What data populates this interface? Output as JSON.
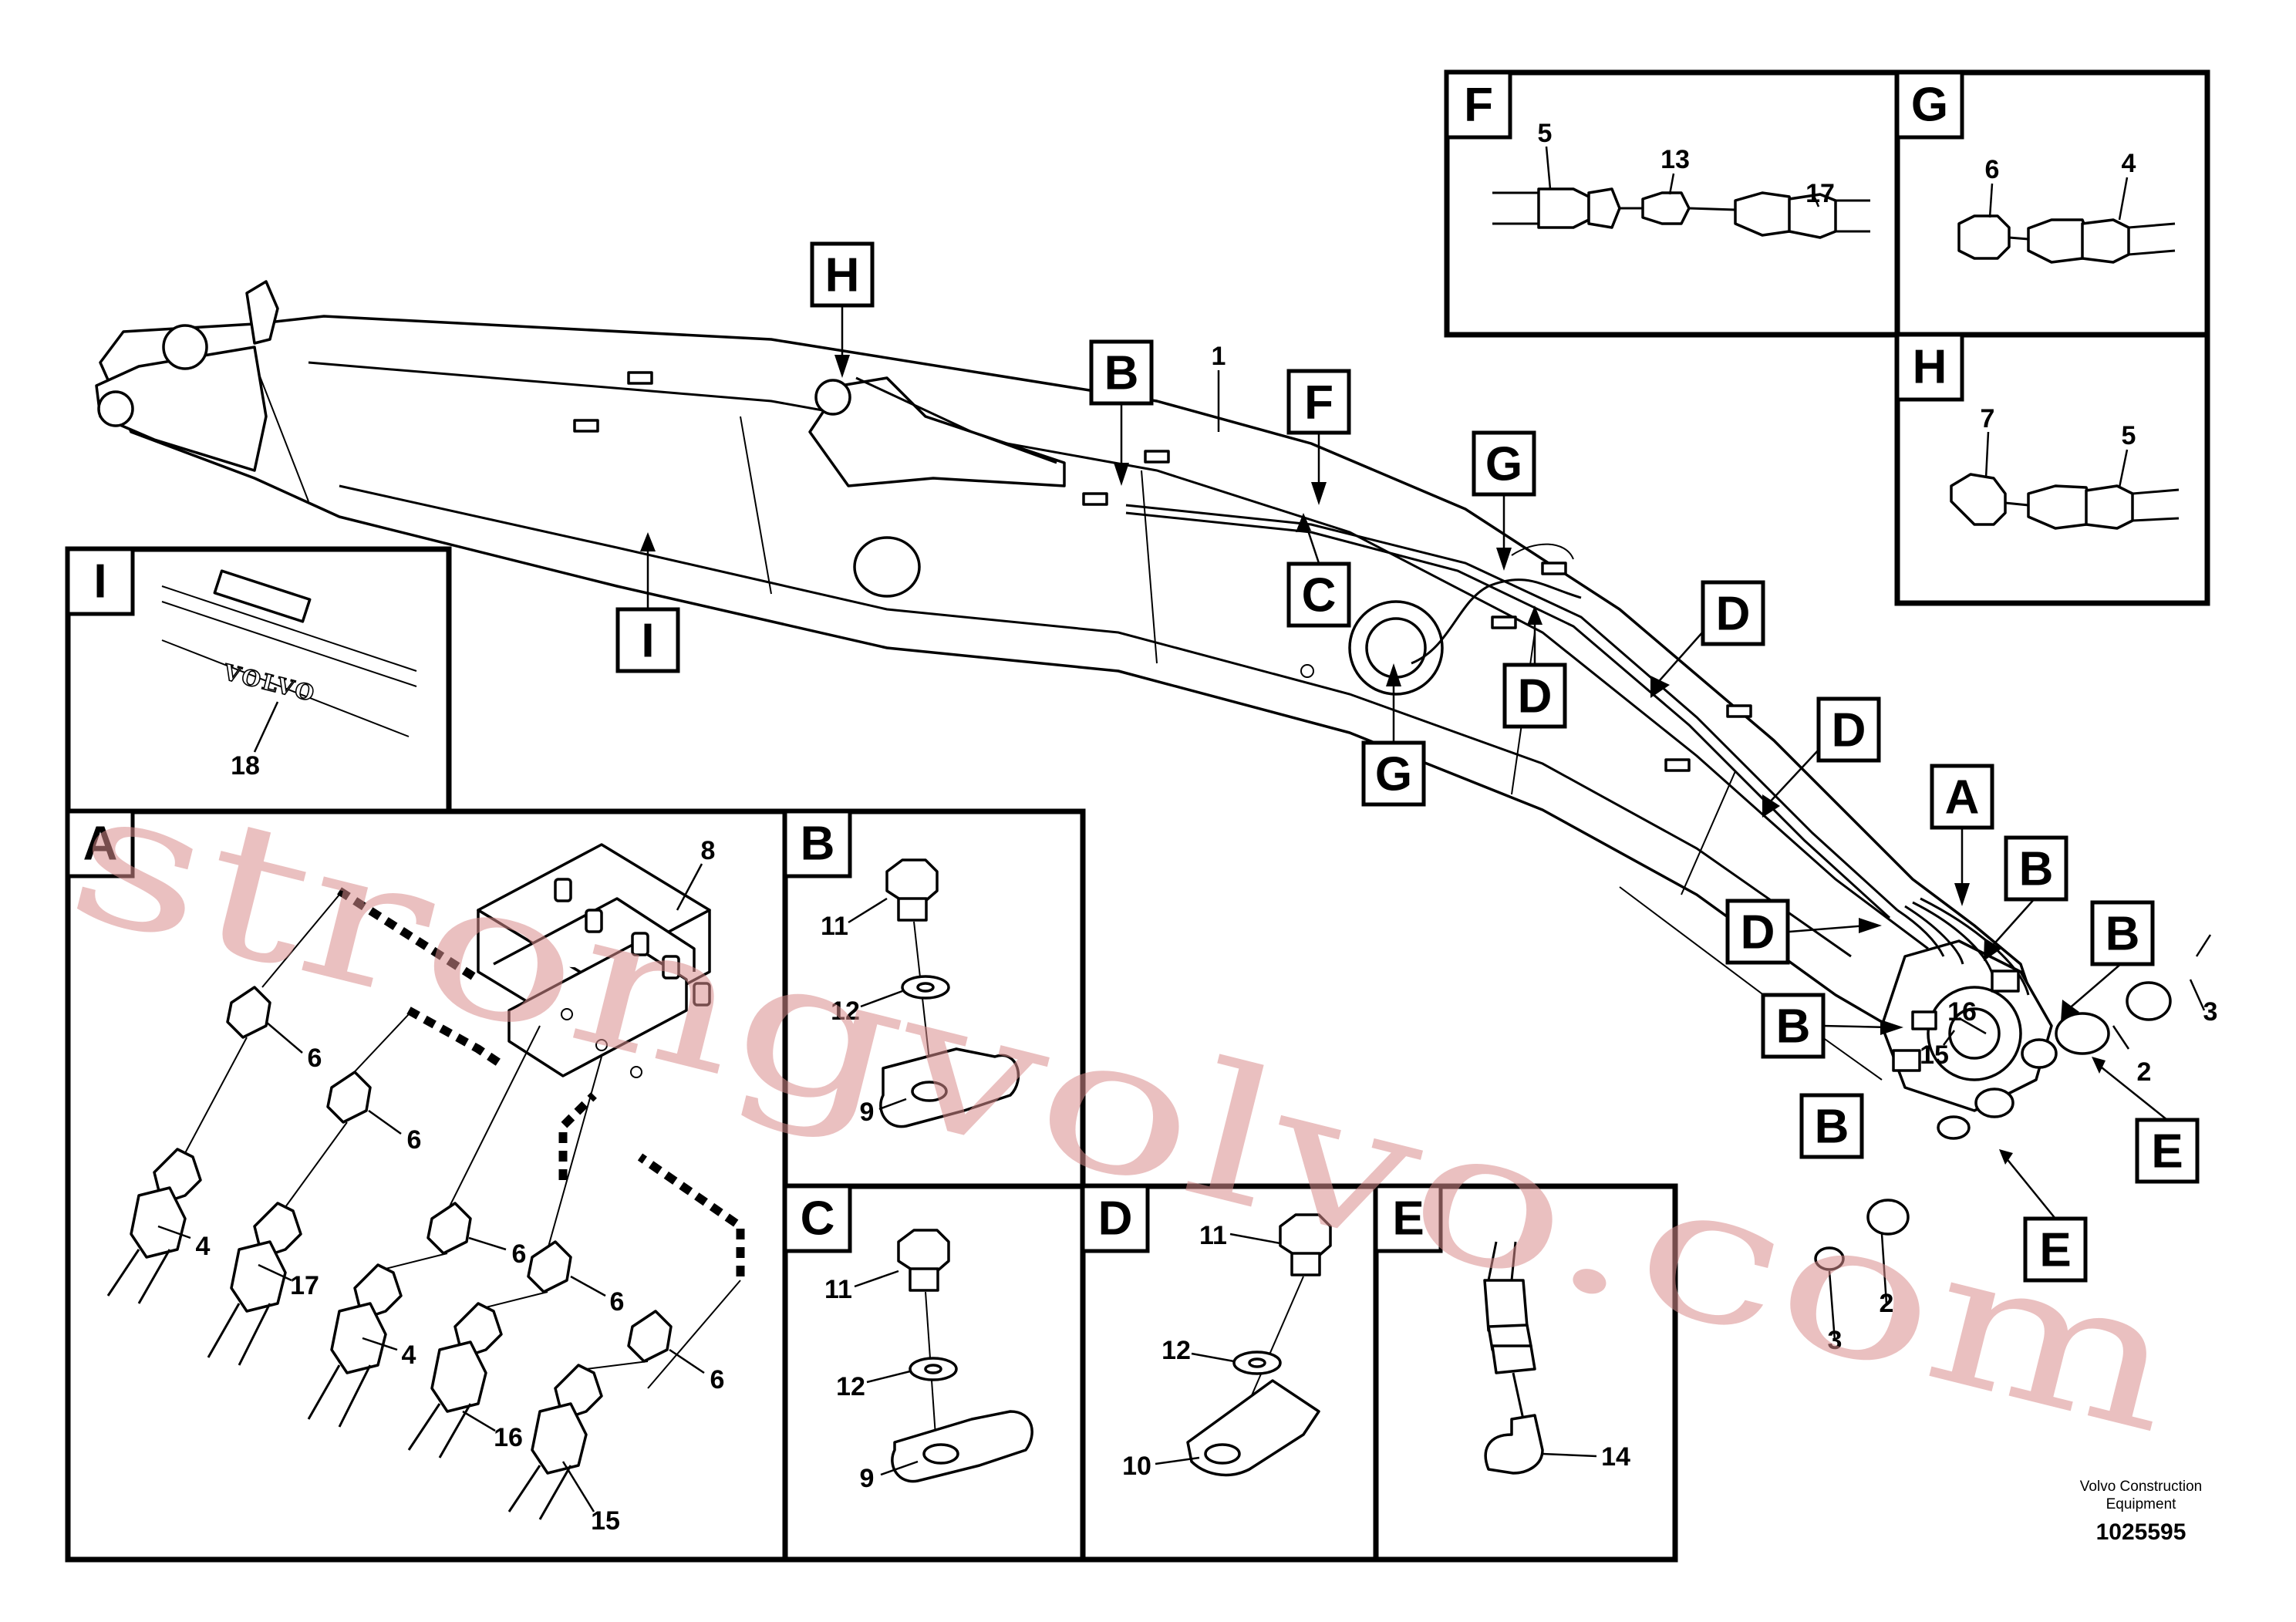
{
  "callouts": {
    "H": "H",
    "B": "B",
    "F": "F",
    "G": "G",
    "C": "C",
    "D": "D",
    "I": "I",
    "A": "A",
    "E": "E"
  },
  "parts": {
    "p1": "1",
    "p2": "2",
    "p3": "3",
    "p4": "4",
    "p5": "5",
    "p6": "6",
    "p7": "7",
    "p8": "8",
    "p9": "9",
    "p10": "10",
    "p11": "11",
    "p12": "12",
    "p13": "13",
    "p14": "14",
    "p15": "15",
    "p16": "16",
    "p17": "17",
    "p18": "18"
  },
  "logo_text": "VOLVO",
  "watermark": "strongvolvo.com",
  "footer": {
    "line1": "Volvo Construction",
    "line2": "Equipment",
    "drawing_id": "1025595"
  }
}
